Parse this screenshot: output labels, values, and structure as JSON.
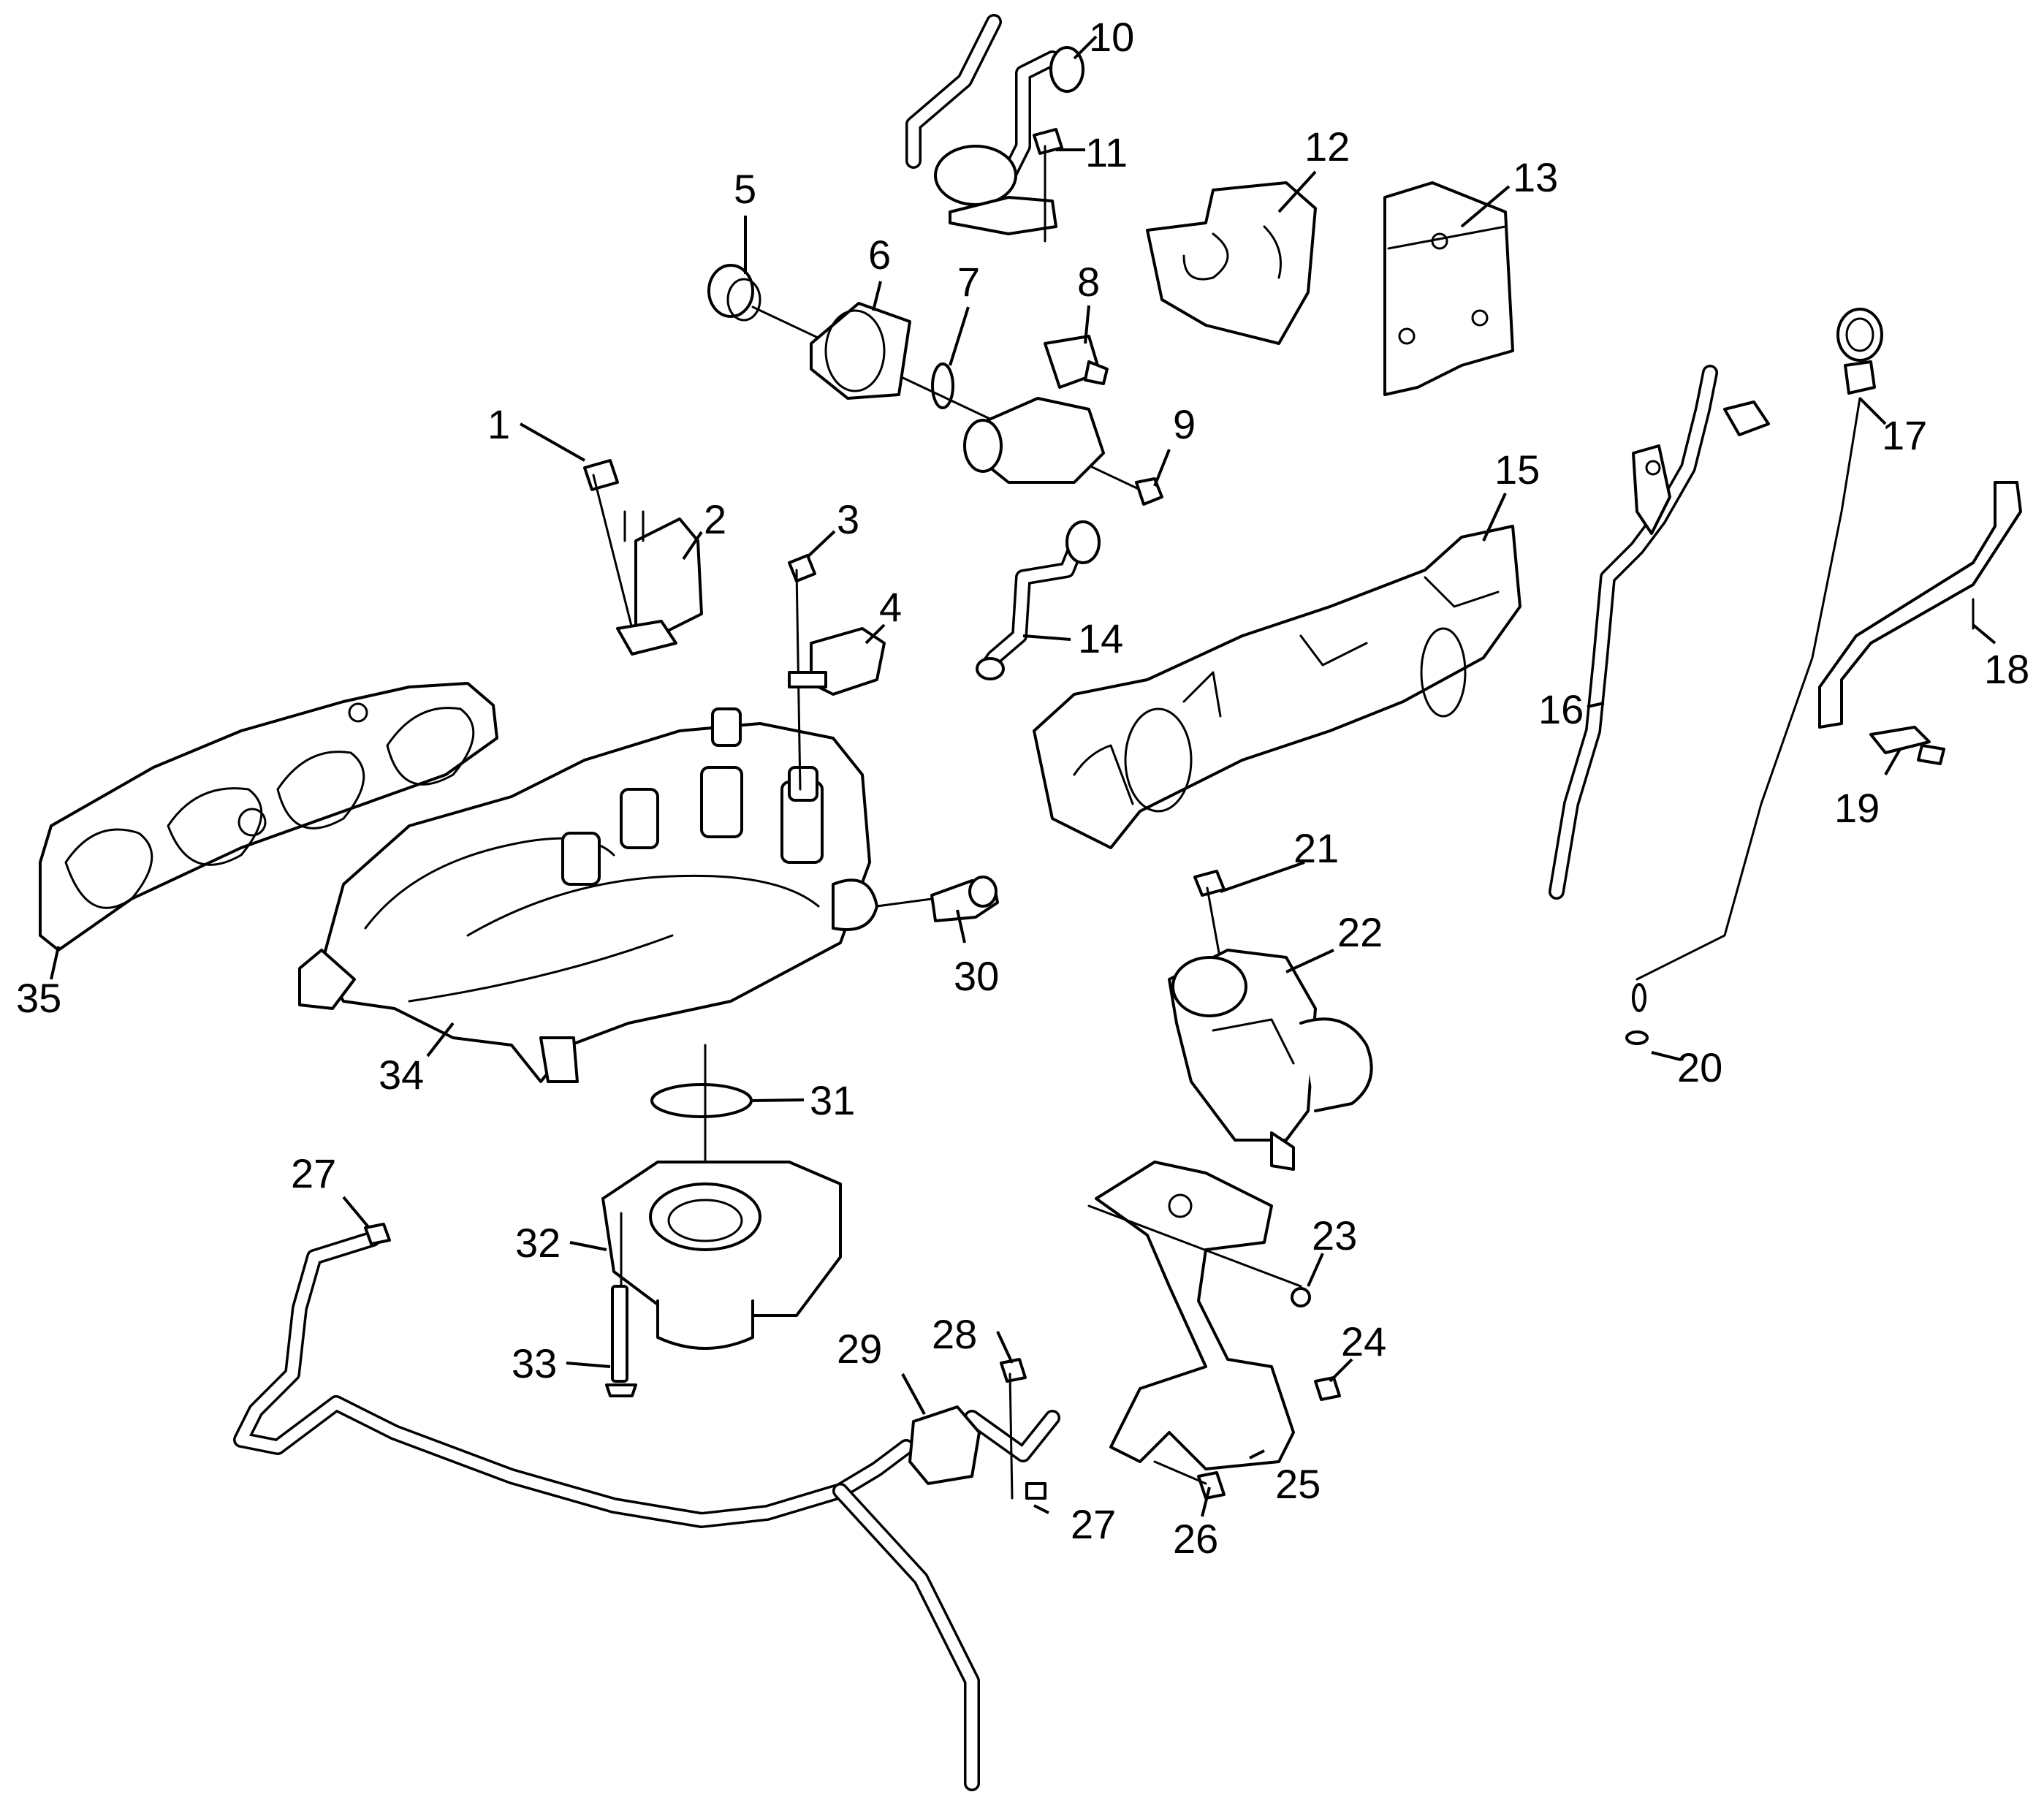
{
  "callouts": {
    "c1": "1",
    "c2": "2",
    "c3": "3",
    "c4": "4",
    "c5": "5",
    "c6": "6",
    "c7": "7",
    "c8": "8",
    "c9": "9",
    "c10": "10",
    "c11": "11",
    "c12": "12",
    "c13": "13",
    "c14": "14",
    "c15": "15",
    "c16": "16",
    "c17": "17",
    "c18": "18",
    "c19": "19",
    "c20": "20",
    "c21": "21",
    "c22": "22",
    "c23": "23",
    "c24": "24",
    "c25": "25",
    "c26": "26",
    "c27a": "27",
    "c27b": "27",
    "c28": "28",
    "c29": "29",
    "c30": "30",
    "c31": "31",
    "c32": "32",
    "c33": "33",
    "c34": "34",
    "c35": "35"
  }
}
